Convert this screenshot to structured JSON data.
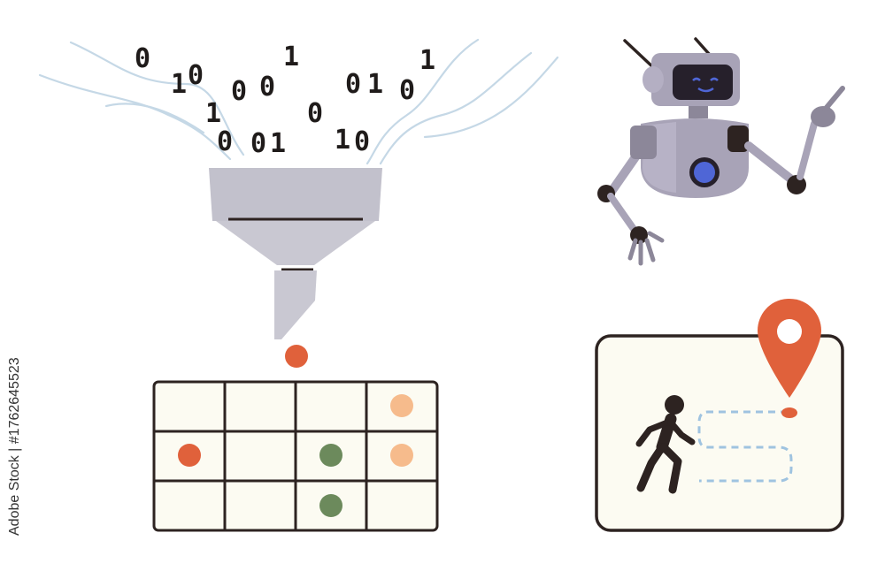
{
  "illustration": {
    "binary_digits": [
      "0",
      "1",
      "0",
      "1",
      "0",
      "0",
      "1",
      "0",
      "1",
      "0",
      "1",
      "0",
      "1",
      "0",
      "1",
      "0",
      "0"
    ],
    "grid": {
      "rows": 3,
      "cols": 4
    },
    "credit": "Adobe Stock | #1762645523",
    "colors": {
      "ink": "#2d2321",
      "funnel": "#c9c8d2",
      "funnel_rim": "#c2c1cc",
      "orange": "#e0613b",
      "peach": "#f6bb8c",
      "green": "#6c8a5c",
      "cream": "#fcfbf2",
      "robot_body": "#a8a3b7",
      "robot_eye": "#4f66d6",
      "route": "#9fc3e0",
      "wave": "#c5d8e6"
    },
    "icons": [
      "funnel-icon",
      "robot-icon",
      "walking-person-icon",
      "location-pin-icon"
    ]
  }
}
